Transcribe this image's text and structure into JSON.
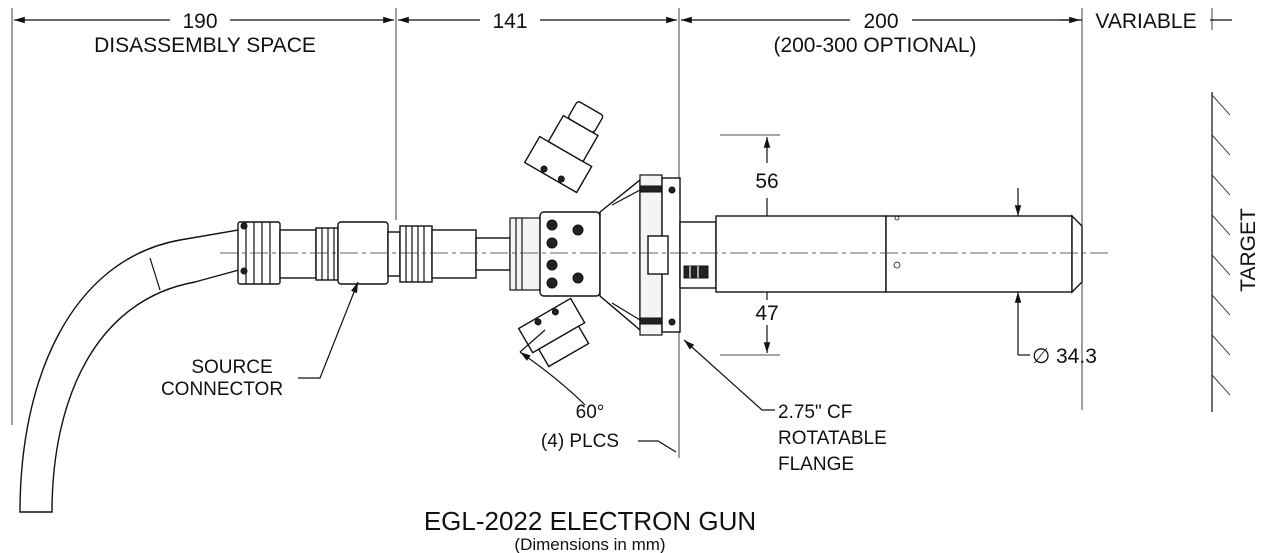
{
  "dimensions": {
    "disassembly_value": "190",
    "disassembly_label": "DISASSEMBLY SPACE",
    "middle_value": "141",
    "length_value": "200",
    "length_note": "(200-300 OPTIONAL)",
    "variable_label": "VARIABLE",
    "upper_height": "56",
    "lower_height": "47",
    "diameter": "34.3",
    "diameter_symbol": "∅"
  },
  "callouts": {
    "source_line1": "SOURCE",
    "source_line2": "CONNECTOR",
    "angle": "60°",
    "angle_note": "(4) PLCS",
    "flange_line1": "2.75\" CF",
    "flange_line2": "ROTATABLE",
    "flange_line3": "FLANGE",
    "target": "TARGET"
  },
  "title": {
    "main": "EGL-2022 ELECTRON GUN",
    "sub": "(Dimensions in mm)"
  }
}
